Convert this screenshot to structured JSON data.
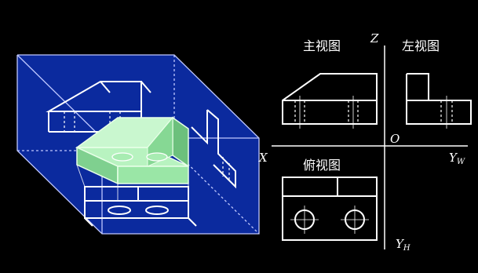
{
  "labels": {
    "front_view": "主视图",
    "left_view": "左视图",
    "top_view": "俯视图"
  },
  "axes": {
    "z": "Z",
    "x": "X",
    "origin": "O",
    "yw_main": "Y",
    "yw_sub": "W",
    "yh_main": "Y",
    "yh_sub": "H"
  },
  "colors": {
    "background": "#000000",
    "projection_box": "#0b2a9e",
    "object_fill": "#8fe7a0",
    "lines": "#ffffff"
  }
}
